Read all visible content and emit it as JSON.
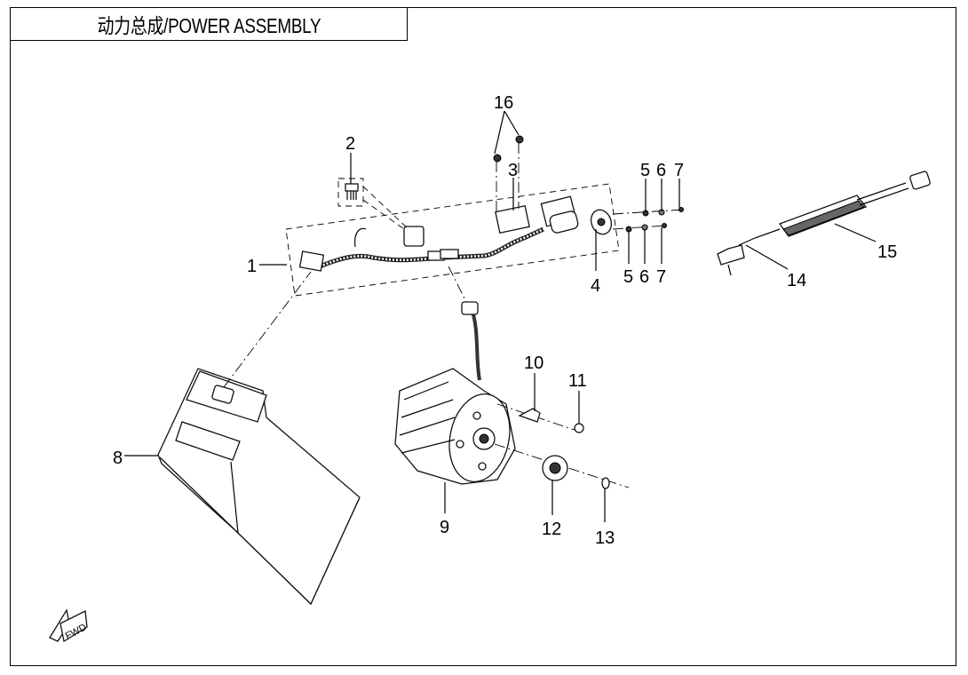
{
  "header": {
    "title": "动力总成/POWER ASSEMBLY"
  },
  "diagram": {
    "callouts": [
      {
        "id": "callout-1",
        "label": "1",
        "part": "wiring-harness"
      },
      {
        "id": "callout-2",
        "label": "2",
        "part": "fuse"
      },
      {
        "id": "callout-3",
        "label": "3",
        "part": "relay"
      },
      {
        "id": "callout-4",
        "label": "4",
        "part": "charging-socket"
      },
      {
        "id": "callout-5a",
        "label": "5",
        "part": "bolt"
      },
      {
        "id": "callout-6a",
        "label": "6",
        "part": "washer"
      },
      {
        "id": "callout-7a",
        "label": "7",
        "part": "nut"
      },
      {
        "id": "callout-5b",
        "label": "5",
        "part": "bolt"
      },
      {
        "id": "callout-6b",
        "label": "6",
        "part": "washer"
      },
      {
        "id": "callout-7b",
        "label": "7",
        "part": "nut"
      },
      {
        "id": "callout-8",
        "label": "8",
        "part": "battery"
      },
      {
        "id": "callout-9",
        "label": "9",
        "part": "motor"
      },
      {
        "id": "callout-10",
        "label": "10",
        "part": "plate"
      },
      {
        "id": "callout-11",
        "label": "11",
        "part": "bolt"
      },
      {
        "id": "callout-12",
        "label": "12",
        "part": "sprocket"
      },
      {
        "id": "callout-13",
        "label": "13",
        "part": "circlip"
      },
      {
        "id": "callout-14",
        "label": "14",
        "part": "power-cord"
      },
      {
        "id": "callout-15",
        "label": "15",
        "part": "charger"
      },
      {
        "id": "callout-16",
        "label": "16",
        "part": "screws"
      }
    ],
    "fwd_label": "FWD"
  }
}
